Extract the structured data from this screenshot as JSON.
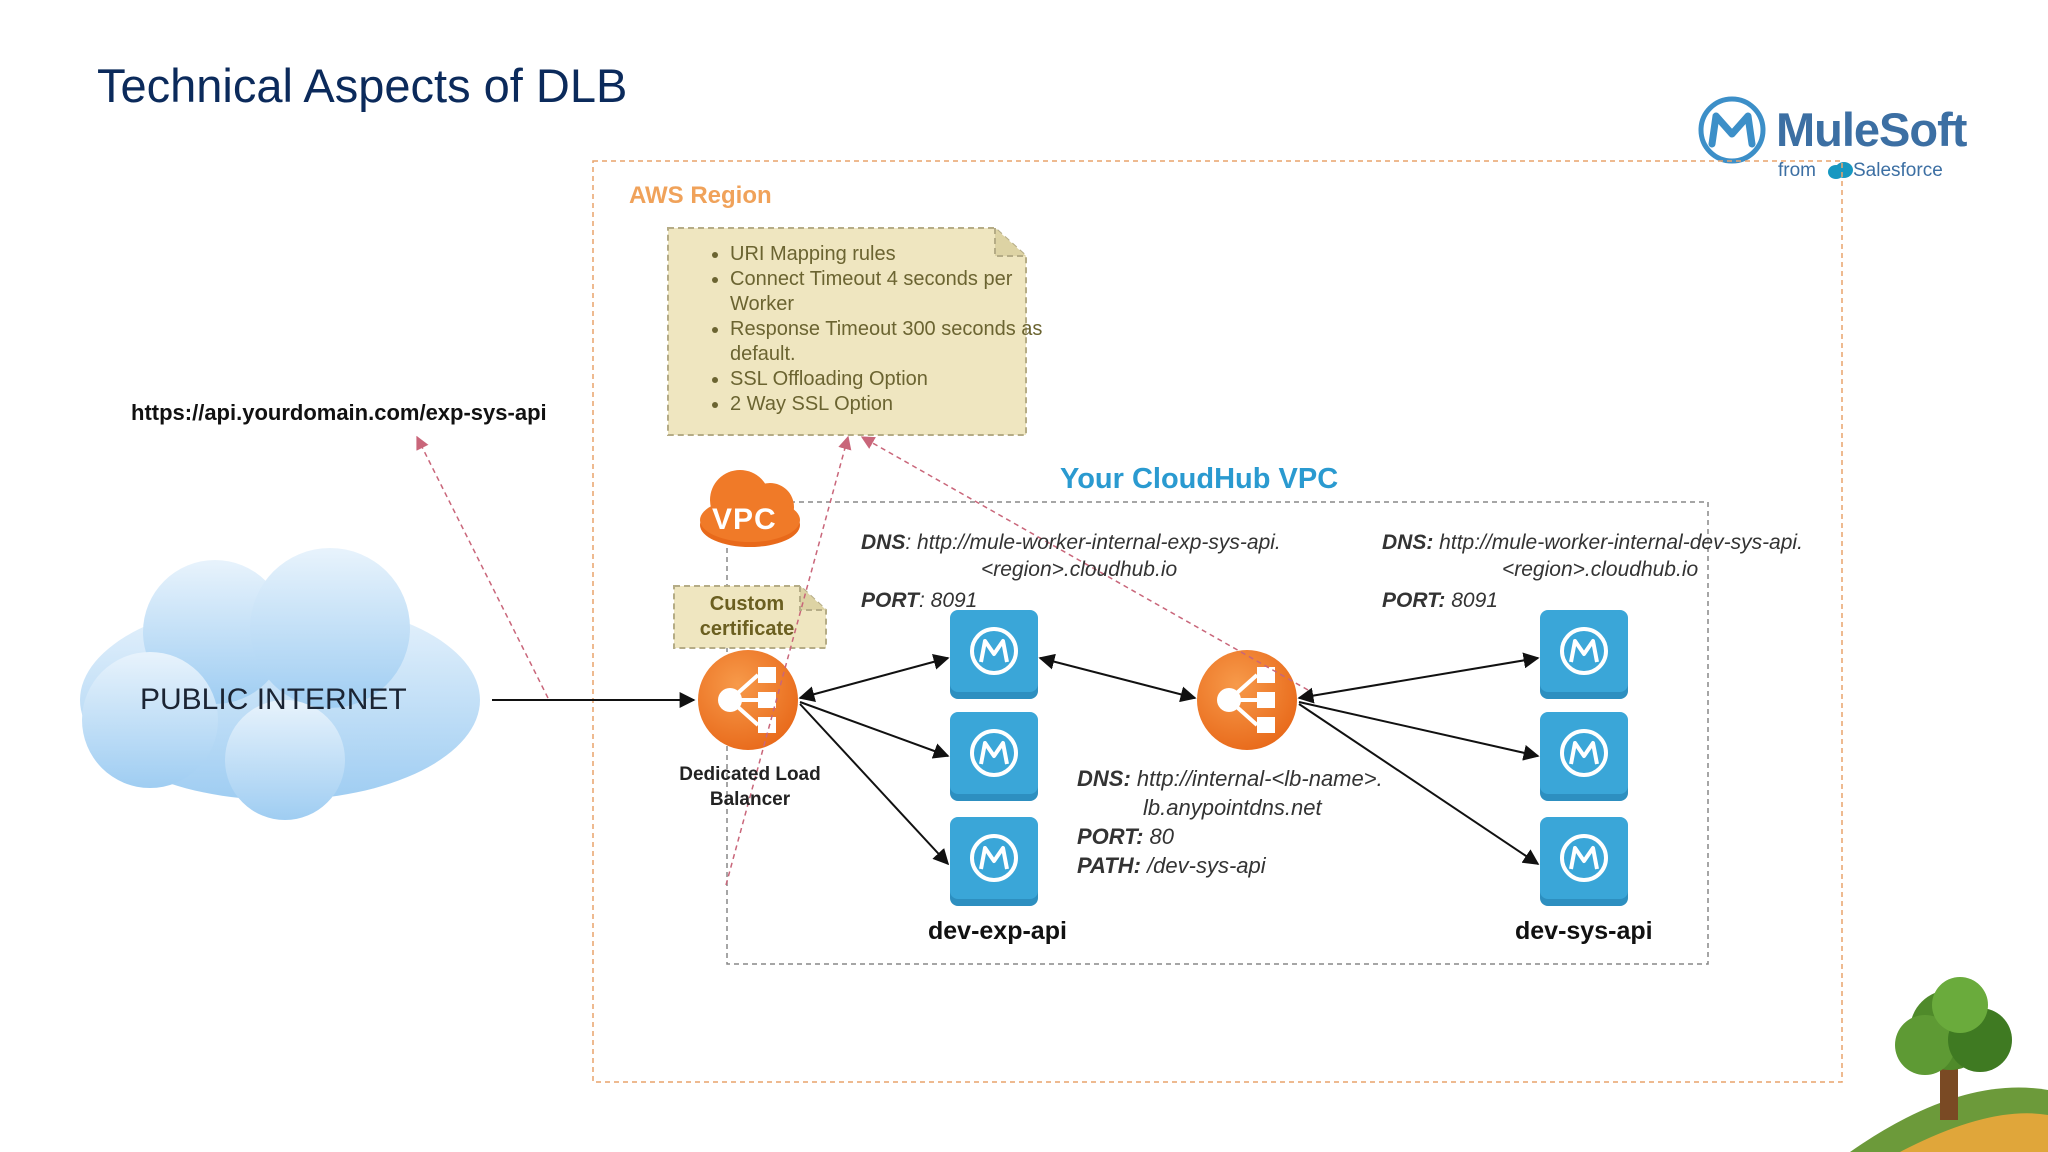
{
  "slide": {
    "title": "Technical Aspects of DLB"
  },
  "logo": {
    "word": "MuleSoft",
    "from": "from",
    "salesforce": "Salesforce"
  },
  "diagram": {
    "aws_region_label": "AWS Region",
    "vpc_label": "Your CloudHub VPC",
    "vpc_icon_text": "VPC",
    "notes": [
      "URI Mapping rules",
      "Connect Timeout 4 seconds per Worker",
      "Response Timeout 300 seconds as default.",
      "SSL Offloading Option",
      "2 Way SSL Option"
    ],
    "public_url": "https://api.yourdomain.com/exp-sys-api",
    "public_internet": "PUBLIC INTERNET",
    "custom_cert_line1": "Custom",
    "custom_cert_line2": "certificate",
    "dlb_line1": "Dedicated Load",
    "dlb_line2": "Balancer",
    "exp_api": {
      "name": "dev-exp-api",
      "dns_key": "DNS",
      "dns_value": ": http://mule-worker-internal-exp-sys-api.",
      "dns_value2": "<region>.cloudhub.io",
      "port_key": "PORT",
      "port_value": ": 8091"
    },
    "sys_api": {
      "name": "dev-sys-api",
      "dns_key": "DNS:",
      "dns_value": " http://mule-worker-internal-dev-sys-api.",
      "dns_value2": "<region>.cloudhub.io",
      "port_key": "PORT:",
      "port_value": " 8091"
    },
    "internal_lb": {
      "dns_key": "DNS:",
      "dns_value": " http://internal-<lb-name>.",
      "dns_value2": "lb.anypointdns.net",
      "port_key": "PORT:",
      "port_value": " 80",
      "path_key": "PATH:",
      "path_value": " /dev-sys-api"
    }
  },
  "colors": {
    "title": "#0b2a5b",
    "aws_border": "#e8a46c",
    "vpc_label": "#2a9ad0",
    "note_bg": "#efe6c0",
    "lb_orange": "#f07a28",
    "mule_tile": "#3aa6d8"
  }
}
